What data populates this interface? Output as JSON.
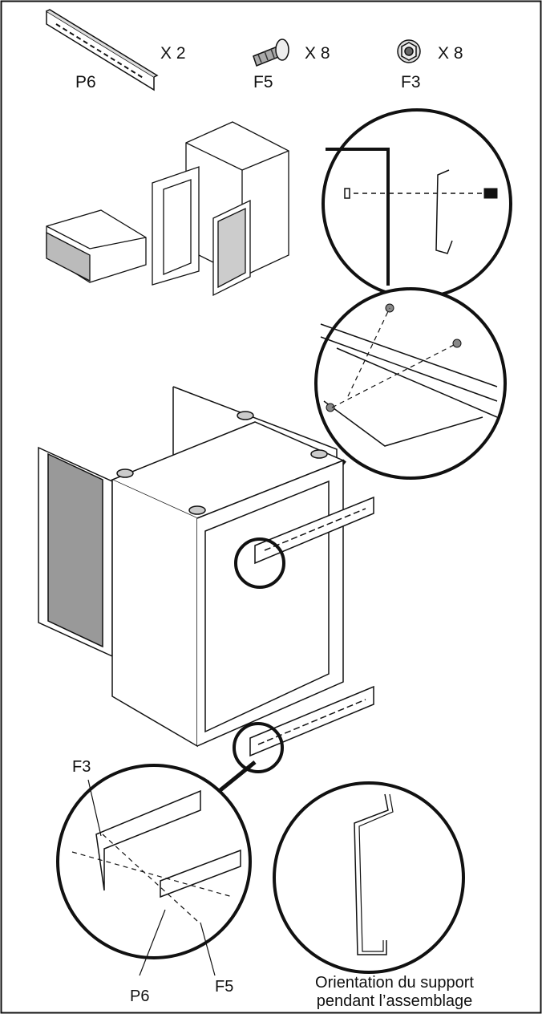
{
  "parts": [
    {
      "code": "P6",
      "qty": "X 2",
      "icon": "rail-bracket-icon"
    },
    {
      "code": "F5",
      "qty": "X 8",
      "icon": "bolt-icon"
    },
    {
      "code": "F3",
      "qty": "X 8",
      "icon": "flange-nut-icon"
    }
  ],
  "callouts": {
    "f3": "F3",
    "p6": "P6",
    "f5": "F5"
  },
  "orientation_caption": {
    "line1": "Orientation du support",
    "line2": "pendant l’assemblage"
  },
  "colors": {
    "line": "#111111",
    "fill": "#ffffff"
  }
}
